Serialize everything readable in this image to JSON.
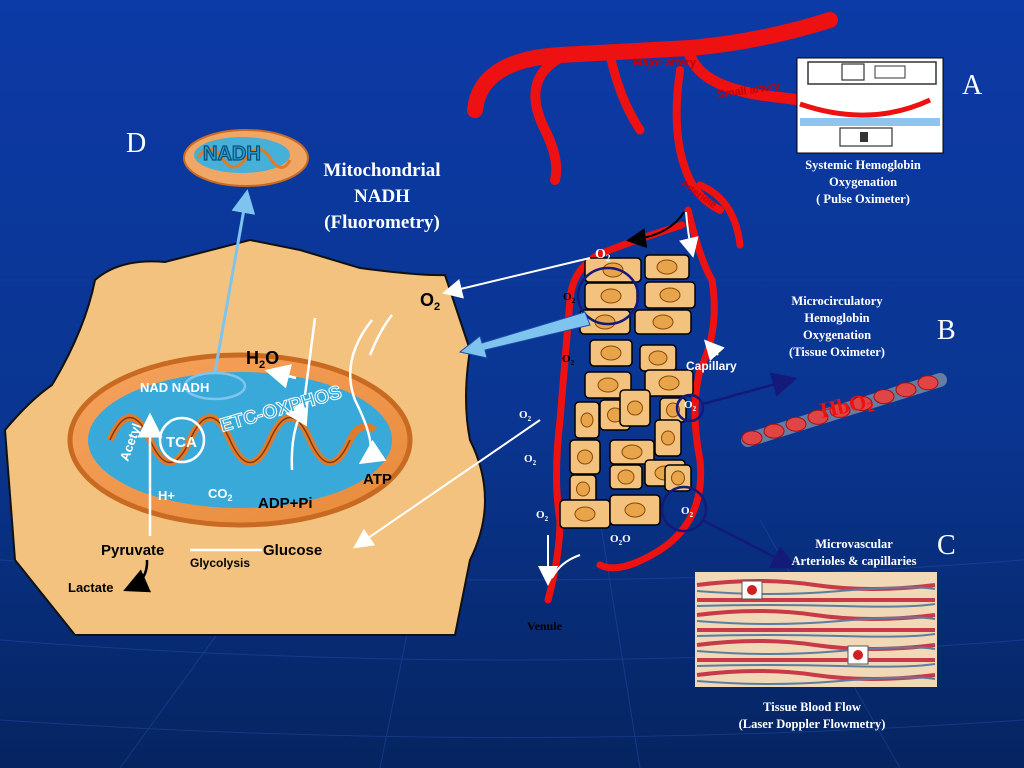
{
  "colors": {
    "bg_top": "#0b2f8e",
    "bg_bottom": "#062a6b",
    "vessel_red": "#ee1111",
    "tissue_tan": "#f4c27f",
    "mito_blue": "#38a9d8",
    "arrow_light_blue": "#7fc4ee",
    "circle_navy": "#141a7a"
  },
  "icons": {
    "systemic_device": "pulse-oximeter-device-icon",
    "nadh_cap": "nadh-mitochondria-icon",
    "hbo2_strand": "hemoglobin-strand-icon",
    "tissue_flow": "tissue-blood-flow-image"
  },
  "panels": {
    "A": {
      "letter": "A",
      "caption_lines": [
        "Systemic Hemoglobin",
        "Oxygenation",
        "( Pulse Oximeter)"
      ]
    },
    "B": {
      "letter": "B",
      "caption_lines": [
        "Microcirculatory",
        "Hemoglobin",
        "Oxygenation",
        "(Tissue Oximeter)"
      ],
      "hbo2": "HbO",
      "hbo2_sub": "2"
    },
    "C": {
      "letter": "C",
      "caption_top_lines": [
        "Microvascular",
        "Arterioles & capillaries"
      ],
      "caption_bottom_lines": [
        "Tissue Blood Flow",
        "(Laser Doppler Flowmetry)"
      ]
    },
    "D": {
      "letter": "D",
      "caption_lines": [
        "Mitochondrial",
        "NADH",
        "(Fluorometry)"
      ],
      "nadh_label": "NADH"
    }
  },
  "vessels": {
    "major_artery": "Major artery",
    "small_artery": "Small artery",
    "arteriole": "Arteriole",
    "capillary": "Capillary",
    "venule": "Venule"
  },
  "oxygen": {
    "symbol": "O",
    "subscript": "2"
  },
  "cell": {
    "o2_label": "O",
    "o2_sub": "2",
    "h2o_h": "H",
    "h2o_sub": "2",
    "h2o_o": "O",
    "nad_nadh": "NAD   NADH",
    "acetyl": "Acetyl",
    "tca": "TCA",
    "etc": "ETC-OXPHOS",
    "h_plus": "H+",
    "co2": "CO",
    "co2_sub": "2",
    "atp": "ATP",
    "adp_pi": "ADP+Pi",
    "pyruvate": "Pyruvate",
    "glucose": "Glucose",
    "glycolysis": "Glycolysis",
    "lactate": "Lactate"
  }
}
